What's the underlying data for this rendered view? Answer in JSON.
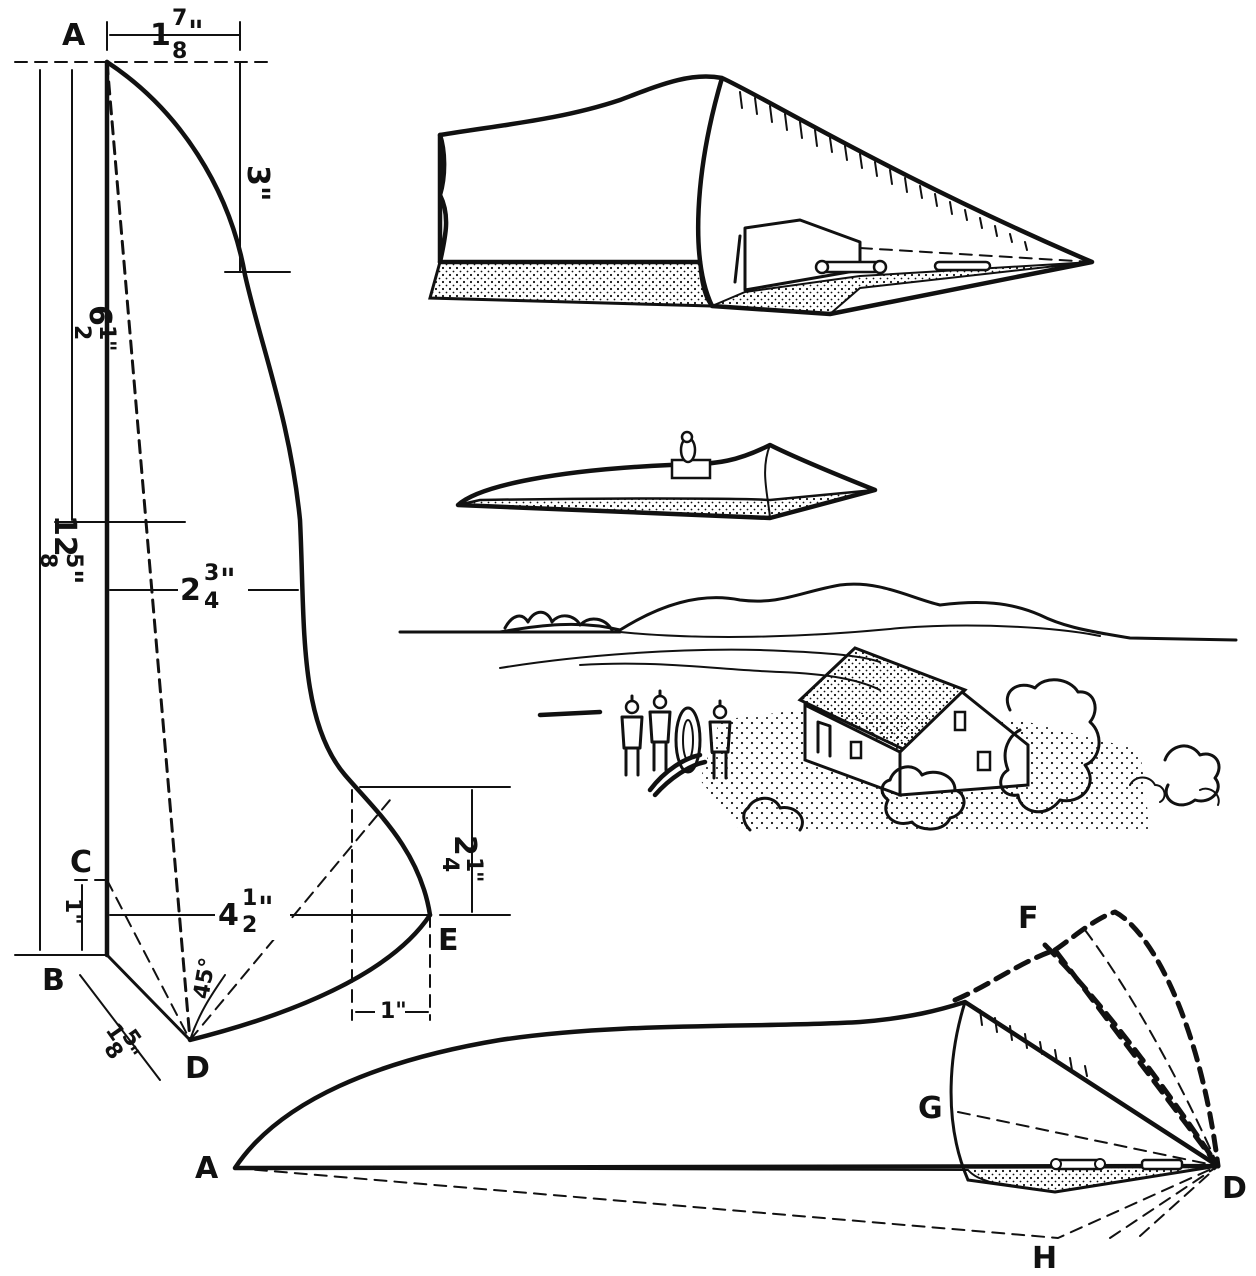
{
  "pattern": {
    "points": {
      "A": "A",
      "B": "B",
      "C": "C",
      "D": "D",
      "E": "E"
    },
    "dimensions": {
      "top_width": {
        "whole": "1",
        "num": "7",
        "den": "8",
        "unit": "\""
      },
      "upper_drop": "3\"",
      "upper_height": {
        "whole": "6",
        "num": "1",
        "den": "2",
        "unit": "\""
      },
      "total_height": {
        "whole": "12",
        "num": "5",
        "den": "8",
        "unit": "\""
      },
      "middle_width": {
        "whole": "2",
        "num": "3",
        "den": "4",
        "unit": "\""
      },
      "lower_drop": {
        "whole": "2",
        "num": "1",
        "den": "4",
        "unit": "\""
      },
      "bottom_width": {
        "whole": "4",
        "num": "1",
        "den": "2",
        "unit": "\""
      },
      "c_offset": "1\"",
      "base_diagonal": {
        "whole": "1",
        "num": "5",
        "den": "8",
        "unit": "\""
      },
      "angle": "45°",
      "e_offset": "1\""
    }
  },
  "assembled": {
    "points": {
      "A": "A",
      "D": "D",
      "F": "F",
      "G": "G",
      "H": "H"
    }
  }
}
